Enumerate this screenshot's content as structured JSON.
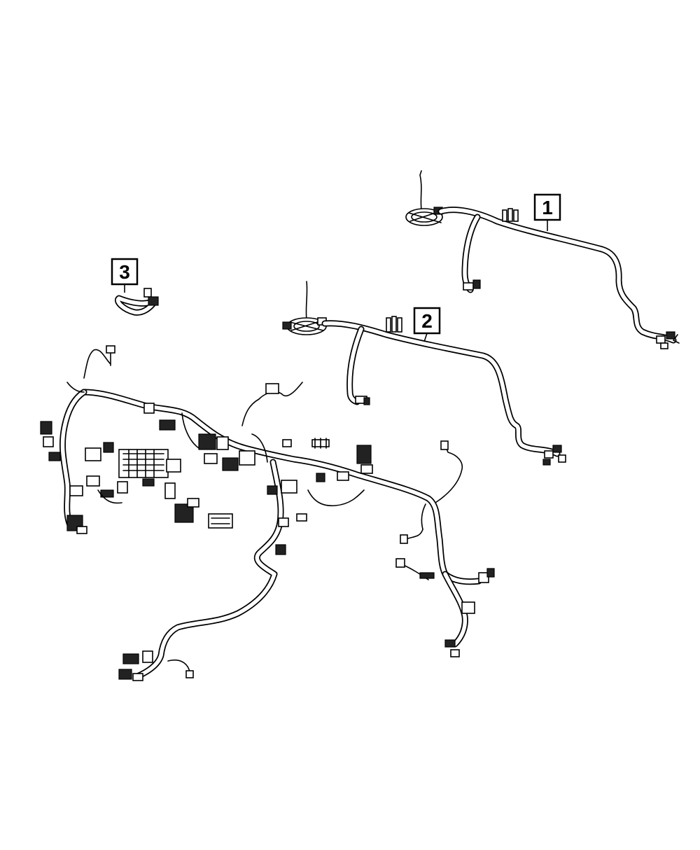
{
  "diagram": {
    "callouts": [
      {
        "id": "1",
        "label": "1",
        "part": "harness-1"
      },
      {
        "id": "2",
        "label": "2",
        "part": "harness-2"
      },
      {
        "id": "3",
        "label": "3",
        "part": "jumper-harness-3"
      }
    ],
    "colors": {
      "line": "#000000",
      "background": "#ffffff"
    }
  }
}
